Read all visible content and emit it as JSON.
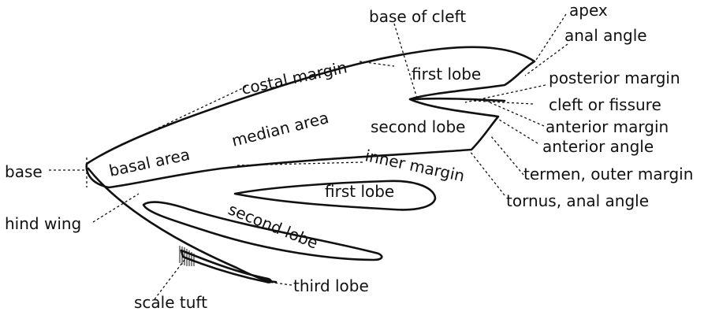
{
  "labels": {
    "base_of_cleft": "base of cleft",
    "apex": "apex",
    "anal_angle_fw": "anal angle",
    "first_lobe_fw": "first lobe",
    "costal_margin": "costal margin",
    "posterior_margin": "posterior margin",
    "cleft_or_fissure": "cleft or fissure",
    "median_area": "median area",
    "second_lobe_fw": "second lobe",
    "anterior_margin": "anterior margin",
    "anterior_angle": "anterior angle",
    "basal_area": "basal area",
    "base": "base",
    "inner_margin": "inner margin",
    "termen_outer_margin": "termen, outer margin",
    "first_lobe_hw": "first lobe",
    "tornus_anal_angle": "tornus, anal angle",
    "hind_wing": "hind wing",
    "second_lobe_hw": "second lobe",
    "third_lobe": "third lobe",
    "scale_tuft": "scale tuft"
  }
}
